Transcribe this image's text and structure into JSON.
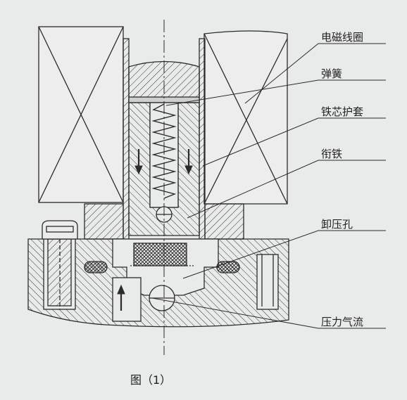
{
  "labels": {
    "solenoid_coil": "电磁线圈",
    "spring": "弹簧",
    "core_sleeve": "铁芯护套",
    "armature": "衔铁",
    "relief_hole": "卸压孔",
    "pressure_flow": "压力气流"
  },
  "caption": "图（1）",
  "colors": {
    "background": "#e9eaea",
    "line": "#2b2b2b"
  }
}
